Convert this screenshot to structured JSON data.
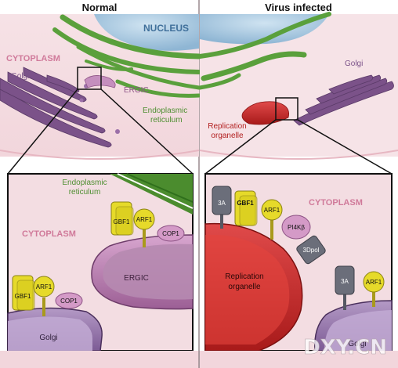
{
  "panels": {
    "left_header": "Normal",
    "right_header": "Virus infected"
  },
  "left_top": {
    "nucleus": "NUCLEUS",
    "cytoplasm": "CYTOPLASM",
    "golgi": "Golgi",
    "ergic": "ERGIC",
    "er_line1": "Endoplasmic",
    "er_line2": "reticulum"
  },
  "right_top": {
    "golgi": "Golgi",
    "ro_line1": "Replication",
    "ro_line2": "organelle"
  },
  "left_zoom": {
    "er_line1": "Endoplasmic",
    "er_line2": "reticulum",
    "cytoplasm": "CYTOPLASM",
    "gbf1_a": "GBF1",
    "arf1_a": "ARF1",
    "cop1_a": "COP1",
    "ergic": "ERGIC",
    "gbf1_b": "GBF1",
    "arf1_b": "ARF1",
    "cop1_b": "COP1",
    "golgi": "Golgi"
  },
  "right_zoom": {
    "cytoplasm": "CYTOPLASM",
    "a3_top": "3A",
    "gbf1": "GBF1",
    "arf1_top": "ARF1",
    "pi4k": "PI4Kβ",
    "dpol": "3Dpol",
    "ro_line1": "Replication",
    "ro_line2": "organelle",
    "a3_bottom": "3A",
    "arf1_bottom": "ARF1",
    "golgi": "Golgi"
  },
  "watermark": "DXY.CN",
  "colors": {
    "er_green": "#5aa03c",
    "golgi_purple": "#7b5289",
    "ergic_pink": "#c58fbe",
    "replication_red": "#cc2a2a",
    "gbf1_yellow": "#e6da2a",
    "cop1_pink": "#d49ac7",
    "protein_3a_gray": "#6b6e7a",
    "nucleus_blue": "#a8c9e2",
    "label_pink": "#d07a9a"
  }
}
